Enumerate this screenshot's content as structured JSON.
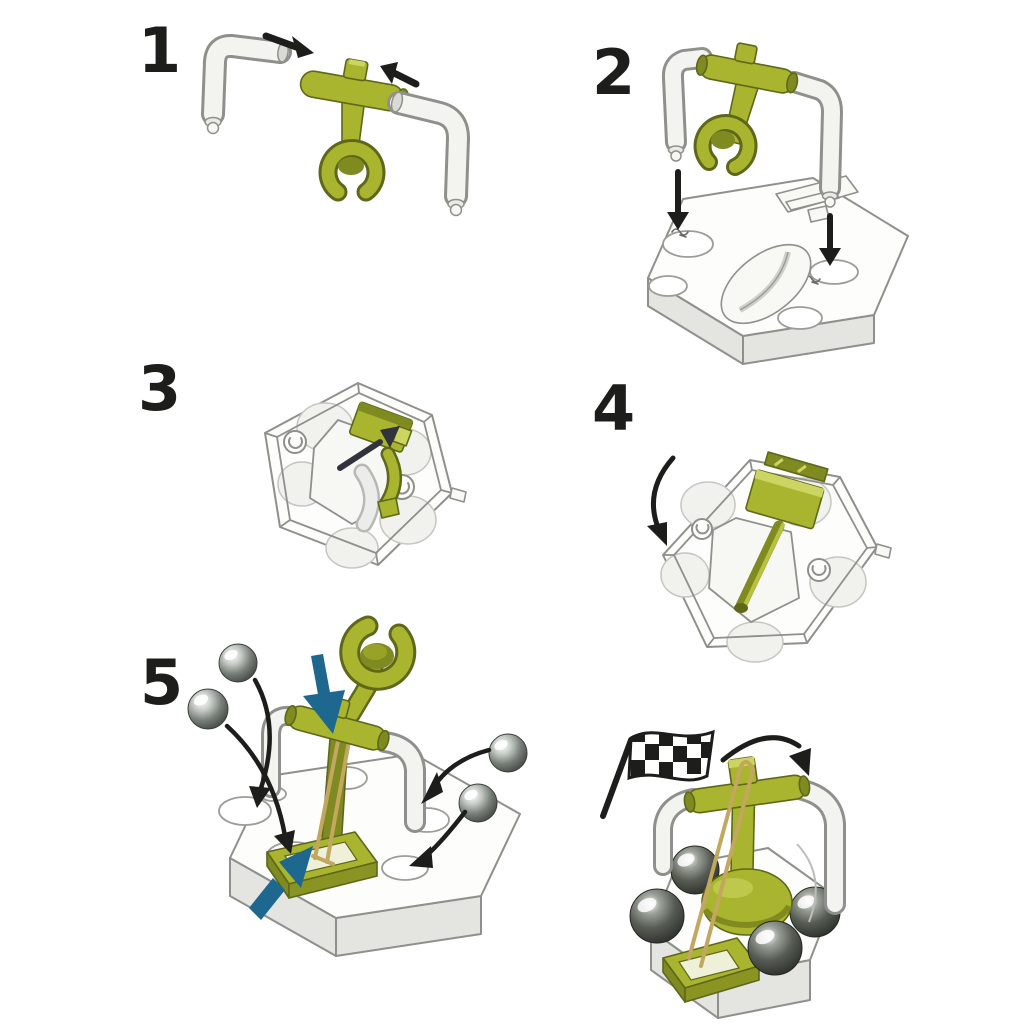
{
  "steps": [
    {
      "number": "1"
    },
    {
      "number": "2"
    },
    {
      "number": "3"
    },
    {
      "number": "4"
    },
    {
      "number": "5"
    },
    {
      "number": "",
      "icon": "checkered-finish-flag"
    }
  ],
  "icons": {
    "finish_flag": "checkered-flag",
    "insert_arrow": "straight-black-arrow",
    "press_arrow": "wide-blue-arrow",
    "rotate_arrow": "curved-black-arrow",
    "marble": "steel-ball"
  },
  "colors": {
    "background": "#ffffff",
    "ink": "#1d1d1b",
    "part_green": "#a9b52f",
    "part_green_dark": "#7f8a21",
    "part_green_light": "#cdd562",
    "part_outline": "#5f671a",
    "tube_fill": "#f3f3f0",
    "tube_outline": "#8f8f8b",
    "tile_top": "#fdfdfb",
    "tile_side": "#e4e4e0",
    "tile_outline": "#8f8f8b",
    "hole_stroke": "#9c9c98",
    "band_tan": "#c2a75e",
    "arrow_black": "#1d1d1b",
    "arrow_blue": "#1e678f"
  }
}
